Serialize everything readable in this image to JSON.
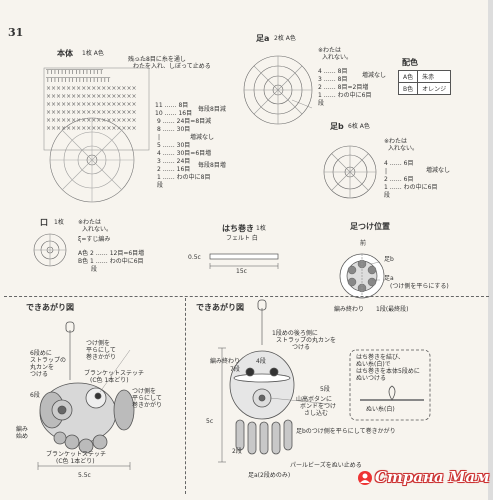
{
  "page_number": "31",
  "body": {
    "title": "本体",
    "subtitle": "1枚 A色",
    "note": [
      "残った8目に糸を通し",
      "わたを入れ、しぼって止める"
    ],
    "rows": [
      {
        "row": "11",
        "count": "8目",
        "note": "毎段8目減"
      },
      {
        "row": "10",
        "count": "16目",
        "note": ""
      },
      {
        "row": "9",
        "count": "24目=8目減",
        "note": ""
      },
      {
        "row": "8",
        "count": "30目",
        "note": ""
      },
      {
        "row": "|",
        "count": "",
        "note": "増減なし"
      },
      {
        "row": "5",
        "count": "30目",
        "note": ""
      },
      {
        "row": "4",
        "count": "30目=6目増",
        "note": ""
      },
      {
        "row": "3",
        "count": "24目",
        "note": "毎段8目増"
      },
      {
        "row": "2",
        "count": "16目",
        "note": ""
      },
      {
        "row": "1",
        "count": "わの中に8目",
        "note": ""
      },
      {
        "row": "段",
        "count": "",
        "note": ""
      }
    ]
  },
  "foot_a": {
    "title": "足a",
    "subtitle": "2枚 A色",
    "note": [
      "※わたは",
      "入れない。"
    ],
    "rows": [
      {
        "row": "4",
        "count": "8目",
        "note": "増減なし"
      },
      {
        "row": "3",
        "count": "8目",
        "note": ""
      },
      {
        "row": "2",
        "count": "8目=2目増",
        "note": ""
      },
      {
        "row": "1",
        "count": "わの中に6目",
        "note": ""
      },
      {
        "row": "段",
        "count": "",
        "note": ""
      }
    ]
  },
  "color_table": {
    "title": "配色",
    "rows": [
      {
        "name": "A色",
        "value": "朱赤"
      },
      {
        "name": "B色",
        "value": "オレンジ"
      }
    ]
  },
  "foot_b": {
    "title": "足b",
    "subtitle": "6枚 A色",
    "note": [
      "※わたは",
      "入れない。"
    ],
    "rows": [
      {
        "row": "4",
        "count": "6目",
        "note": "増減なし"
      },
      {
        "row": "|",
        "count": "",
        "note": ""
      },
      {
        "row": "2",
        "count": "6目",
        "note": ""
      },
      {
        "row": "1",
        "count": "わの中に6目",
        "note": ""
      },
      {
        "row": "段",
        "count": "",
        "note": ""
      }
    ]
  },
  "mouth": {
    "title": "口",
    "subtitle": "1枚",
    "note": [
      "※わたは",
      "入れない。"
    ],
    "legend": "ξ=すじ編み",
    "rows": [
      {
        "row": "A色",
        "count": "2",
        "note": "12目=6目増"
      },
      {
        "row": "B色",
        "count": "1",
        "note": "わの中に6目"
      },
      {
        "row": "段",
        "count": "",
        "note": ""
      }
    ]
  },
  "headband": {
    "title": "はち巻き",
    "subtitle": "1枚",
    "material": "フェルト 白",
    "dim_height": "0.5c",
    "dim_length": "15c"
  },
  "foot_position": {
    "title": "足つけ位置",
    "front": "前",
    "label_b": "足b",
    "label_a": [
      "足a",
      "(つけ側を平らにする)"
    ],
    "end_label": "編み終わり",
    "row_label": "1段(最終段)"
  },
  "finished_left": {
    "title": "できあがり図",
    "strap": [
      "6段めに",
      "ストラップの",
      "丸カンを",
      "つける"
    ],
    "flat": [
      "つけ側を",
      "平らにして",
      "巻きかがり"
    ],
    "blanket1": [
      "ブランケットステッチ",
      "(C色 1本どり)"
    ],
    "attach": [
      "つけ側を",
      "平らにして",
      "巻きかがり"
    ],
    "row6": "6段",
    "start": [
      "編み",
      "始め"
    ],
    "blanket2": [
      "ブランケットステッチ",
      "(C色 1本どり)"
    ],
    "width": "5.5c"
  },
  "finished_right": {
    "title": "できあがり図",
    "strap": [
      "1段めの後ろ側に",
      "ストラップの丸カンを",
      "つける"
    ],
    "end": "編み終わり",
    "row7": "7段",
    "row4": "4段",
    "button": [
      "山高ボタンに",
      "ボンドをつけ",
      "さし込む"
    ],
    "height": "5c",
    "foot_b": [
      "足bのつけ側を平らにして巻きかがり"
    ],
    "row2": "2段",
    "beads": "パールビーズをぬい止める",
    "foot_a": "足a(2段めのみ)",
    "headband_note": [
      "はち巻きを結び、",
      "ぬい糸(白)で",
      "はち巻きを本体5段めに",
      "ぬいつける"
    ],
    "stitch": "ぬい糸(白)",
    "row5": "5段"
  },
  "watermark": "Страна Мам"
}
